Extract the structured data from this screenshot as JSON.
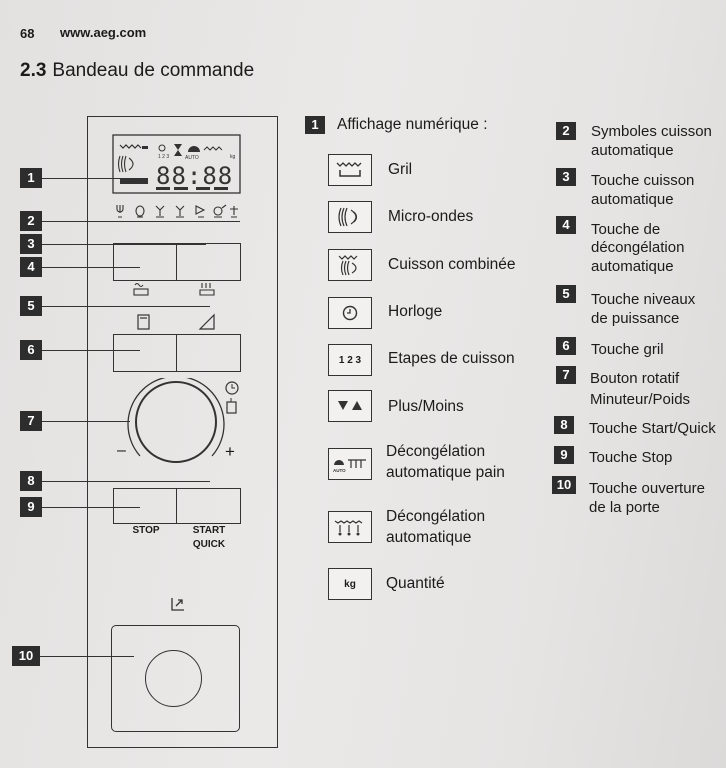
{
  "header": {
    "page_number": "68",
    "url": "www.aeg.com"
  },
  "section": {
    "number": "2.3",
    "title": "Bandeau de commande"
  },
  "panel": {
    "display_digits": "88:88",
    "display_auto": "AUTO",
    "display_steps": "1 2 3",
    "display_kg": "kg",
    "minus": "–",
    "plus": "+",
    "stop_label": "STOP",
    "start_label": "START",
    "quick_label": "QUICK",
    "callouts": [
      "1",
      "2",
      "3",
      "4",
      "5",
      "6",
      "7",
      "8",
      "9",
      "10"
    ]
  },
  "legend": {
    "title_num": "1",
    "title": "Affichage numérique :",
    "items": [
      {
        "icon": "grill-icon",
        "label": "Gril"
      },
      {
        "icon": "microwave-icon",
        "label": "Micro-ondes"
      },
      {
        "icon": "combi-icon",
        "label": "Cuisson combinée"
      },
      {
        "icon": "clock-icon",
        "label": "Horloge"
      },
      {
        "icon": "steps-icon",
        "icon_text": "1 2 3",
        "label": "Etapes de cuisson"
      },
      {
        "icon": "plus-minus-icon",
        "label": "Plus/Moins"
      },
      {
        "icon": "bread-defrost-icon",
        "label_line1": "Décongélation",
        "label_line2": "automatique pain"
      },
      {
        "icon": "defrost-icon",
        "label_line1": "Décongélation",
        "label_line2": "automatique"
      },
      {
        "icon": "kg-icon",
        "icon_text": "kg",
        "label": "Quantité"
      }
    ]
  },
  "right_list": [
    {
      "num": "2",
      "line1": "Symboles cuisson",
      "line2": "automatique"
    },
    {
      "num": "3",
      "line1": "Touche cuisson",
      "line2": "automatique"
    },
    {
      "num": "4",
      "line1": "Touche de",
      "line2": "décongélation",
      "line3": "automatique"
    },
    {
      "num": "5",
      "line1": "Touche niveaux",
      "line2": "de puissance"
    },
    {
      "num": "6",
      "line1": "Touche gril"
    },
    {
      "num": "7",
      "line1": "Bouton rotatif",
      "line2": "Minuteur/Poids"
    },
    {
      "num": "8",
      "line1": "Touche Start/Quick"
    },
    {
      "num": "9",
      "line1": "Touche Stop"
    },
    {
      "num": "10",
      "line1": "Touche ouverture",
      "line2": "de la porte"
    }
  ],
  "colors": {
    "ink": "#2d2d2d",
    "paper": "#e9e7e6"
  }
}
